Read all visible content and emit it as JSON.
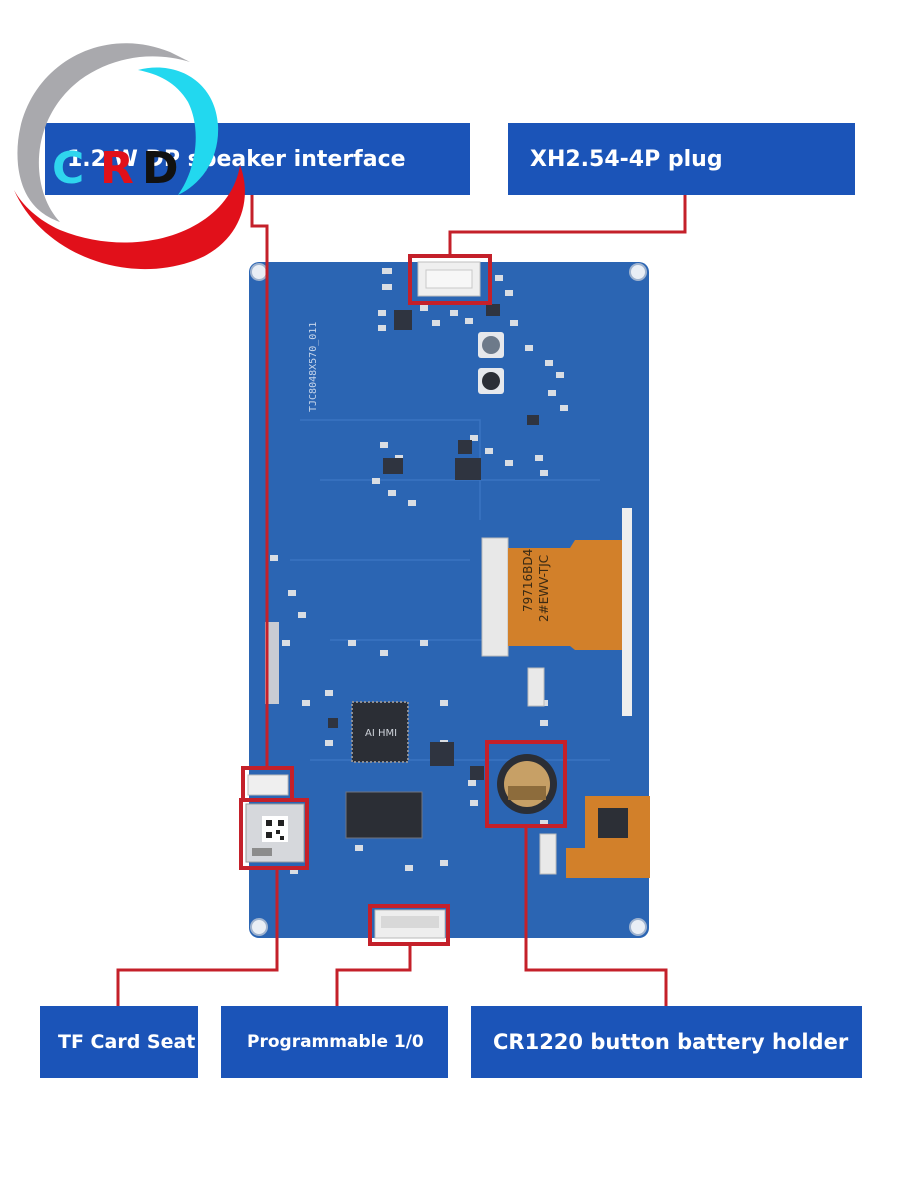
{
  "labels": {
    "speaker": "1.2 W DP speaker interface",
    "xh_plug": "XH2.54-4P plug",
    "tf_card": "TF Card Seat",
    "programmable": "Programmable 1/0",
    "battery": "CR1220 button battery holder"
  },
  "logo": {
    "c": "C",
    "r": "R",
    "d": "D"
  },
  "board": {
    "silkscreen": "TJC8048X570_011",
    "fpc_code": "79716BD4",
    "fpc_code2": "2#EWV-TJC",
    "mcu_mark": "AI HMI"
  },
  "colors": {
    "label_bg": "#1b54b8",
    "leader": "#c4202a",
    "board": "#2b65b3",
    "ribbon": "#d2802a"
  }
}
